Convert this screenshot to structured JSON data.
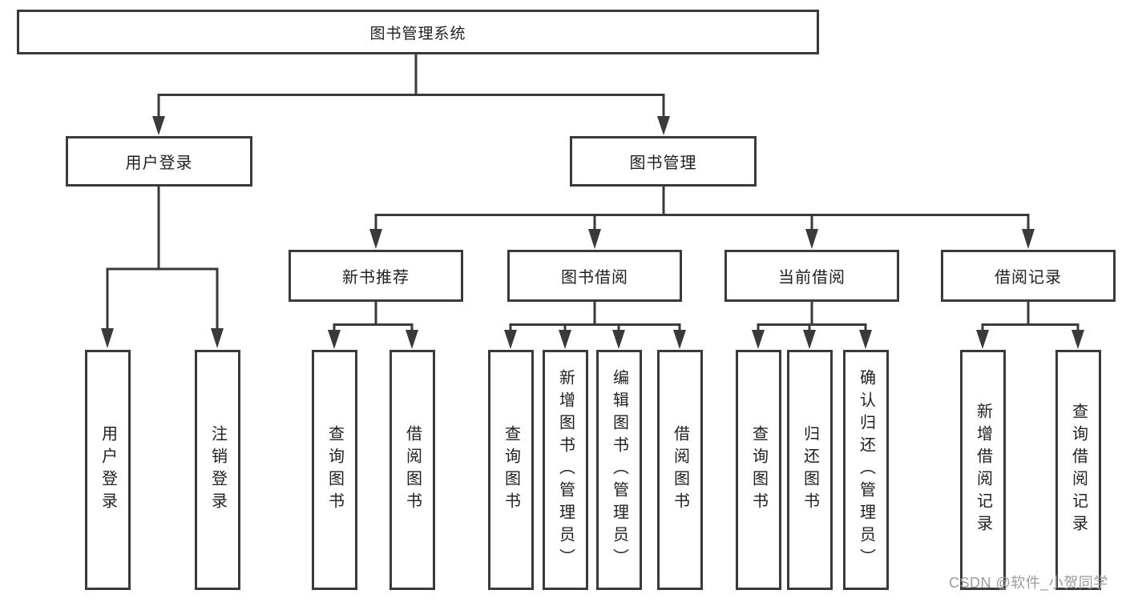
{
  "theme": {
    "line_color": "#3a3a3a",
    "text_color": "#1f1f1f",
    "watermark_color": "#9b9b9b",
    "box_bg": "#ffffff"
  },
  "nodes": {
    "root": {
      "label": "图书管理系统"
    },
    "level2": [
      {
        "label": "用户登录"
      },
      {
        "label": "图书管理"
      }
    ],
    "level3": [
      {
        "label": "新书推荐"
      },
      {
        "label": "图书借阅"
      },
      {
        "label": "当前借阅"
      },
      {
        "label": "借阅记录"
      }
    ],
    "leaves": [
      {
        "label": "用户登录"
      },
      {
        "label": "注销登录"
      },
      {
        "label": "查询图书"
      },
      {
        "label": "借阅图书"
      },
      {
        "label": "查询图书"
      },
      {
        "label": "新增图书（管理员）"
      },
      {
        "label": "编辑图书（管理员）"
      },
      {
        "label": "借阅图书"
      },
      {
        "label": "查询图书"
      },
      {
        "label": "归还图书"
      },
      {
        "label": "确认归还（管理员）"
      },
      {
        "label": "新增借阅记录"
      },
      {
        "label": "查询借阅记录"
      }
    ]
  },
  "watermark": {
    "text": "CSDN @软件_小贺同学"
  }
}
